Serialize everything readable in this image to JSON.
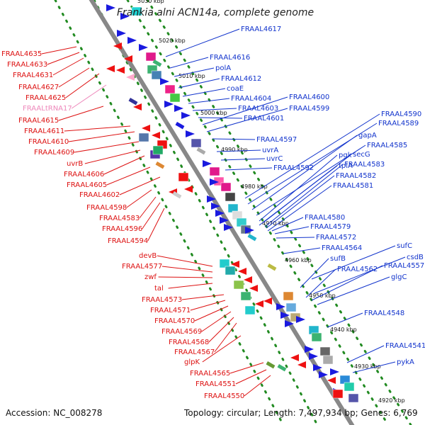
{
  "title": "Frankia alni ACN14a, complete genome",
  "footer": {
    "accession": "Accession: NC_008278",
    "summary": "Topology: circular; Length: 7,497,934 bp; Genes: 6,769"
  },
  "colors": {
    "left_labels": "#dd1111",
    "left_trna": "#ee88bb",
    "right_labels": "#1133cc",
    "backbone": "#888888",
    "track_dots": "#228b22"
  },
  "kbp_ticks": [
    "5030 kbp",
    "5020 kbp",
    "5010 kbp",
    "5000 kbp",
    "4990 kbp",
    "4980 kbp",
    "4970 kbp",
    "4960 kbp",
    "4950 kbp",
    "4940 kbp",
    "4930 kbp",
    "4920 kbp"
  ],
  "left_labels": [
    "FRAAL4635",
    "FRAAL4633",
    "FRAAL4631",
    "FRAAL4627",
    "FRAAL4625",
    "FRAALtRNA17",
    "FRAAL4615",
    "FRAAL4611",
    "FRAAL4610",
    "FRAAL4609",
    "uvrB",
    "FRAAL4606",
    "FRAAL4605",
    "FRAAL4602",
    "FRAAL4598",
    "FRAAL4583",
    "FRAAL4596",
    "FRAAL4594",
    "devB",
    "FRAAL4577",
    "zwf",
    "tal",
    "FRAAL4573",
    "FRAAL4571",
    "FRAAL4570",
    "FRAAL4569",
    "FRAAL4568",
    "FRAAL4567",
    "glpK",
    "FRAAL4565",
    "FRAAL4551",
    "FRAAL4550"
  ],
  "right_labels": [
    "FRAAL4617",
    "FRAAL4616",
    "polA",
    "FRAAL4612",
    "coaE",
    "FRAAL4604",
    "FRAAL4603",
    "FRAAL4601",
    "FRAAL4600",
    "FRAAL4599",
    "FRAAL4597",
    "uvrA",
    "uvrC",
    "FRAAL4592",
    "FRAAL4590",
    "FRAAL4589",
    "gapA",
    "FRAAL4585",
    "pgk",
    "secG",
    "tpiA",
    "FRAAL4583",
    "FRAAL4582",
    "FRAAL4581",
    "FRAAL4580",
    "FRAAL4579",
    "FRAAL4572",
    "FRAAL4564",
    "sufC",
    "sufB",
    "csdB",
    "FRAAL4562",
    "FRAAL4557",
    "glgC",
    "FRAAL4548",
    "FRAAL4541",
    "pykA"
  ]
}
